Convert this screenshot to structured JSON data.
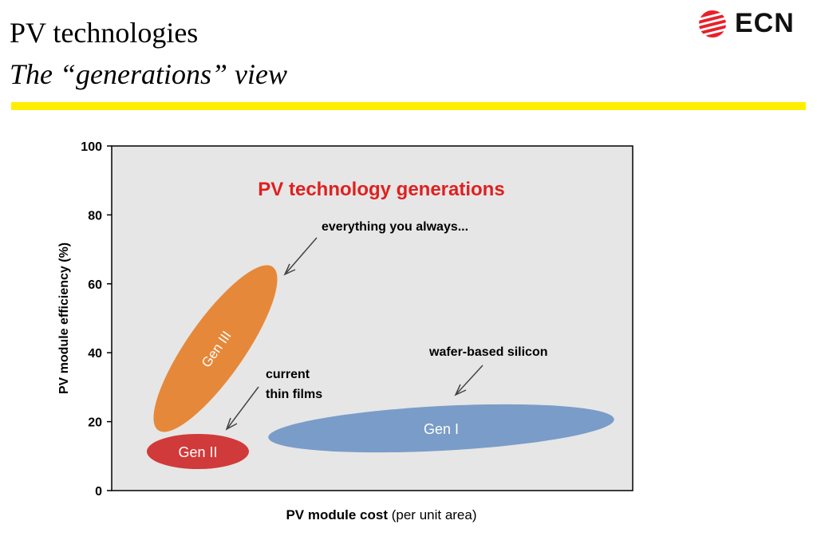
{
  "slide": {
    "title_line1": "PV technologies",
    "title_line2": "The “generations” view",
    "logo_text": "ECN",
    "accent_color": "#ffee00",
    "logo_color": "#e8202a"
  },
  "chart_data": {
    "type": "scatter",
    "title": "PV technology generations",
    "title_color": "#e02020",
    "ylabel": "PV module efficiency (%)",
    "xlabel_bold": "PV module cost",
    "xlabel_rest": "(per unit area)",
    "ylim": [
      0,
      100
    ],
    "yticks": [
      "0",
      "20",
      "40",
      "60",
      "80",
      "100"
    ],
    "ytick_values": [
      0,
      20,
      40,
      60,
      80,
      100
    ],
    "regions": [
      {
        "name": "Gen I",
        "color": "#7a9cc8",
        "efficiency_center": 17,
        "efficiency_range": [
          12,
          22
        ]
      },
      {
        "name": "Gen II",
        "color": "#d13a3a",
        "efficiency_center": 10,
        "efficiency_range": [
          5,
          15
        ]
      },
      {
        "name": "Gen III",
        "color": "#e6883a",
        "efficiency_center": 40,
        "efficiency_range": [
          18,
          62
        ]
      }
    ],
    "annotations": [
      {
        "text": "everything you always...",
        "points_to": "Gen III"
      },
      {
        "text": "current",
        "text2": "thin films",
        "points_to": "Gen II"
      },
      {
        "text": "wafer-based silicon",
        "points_to": "Gen I"
      }
    ],
    "grid": false
  }
}
